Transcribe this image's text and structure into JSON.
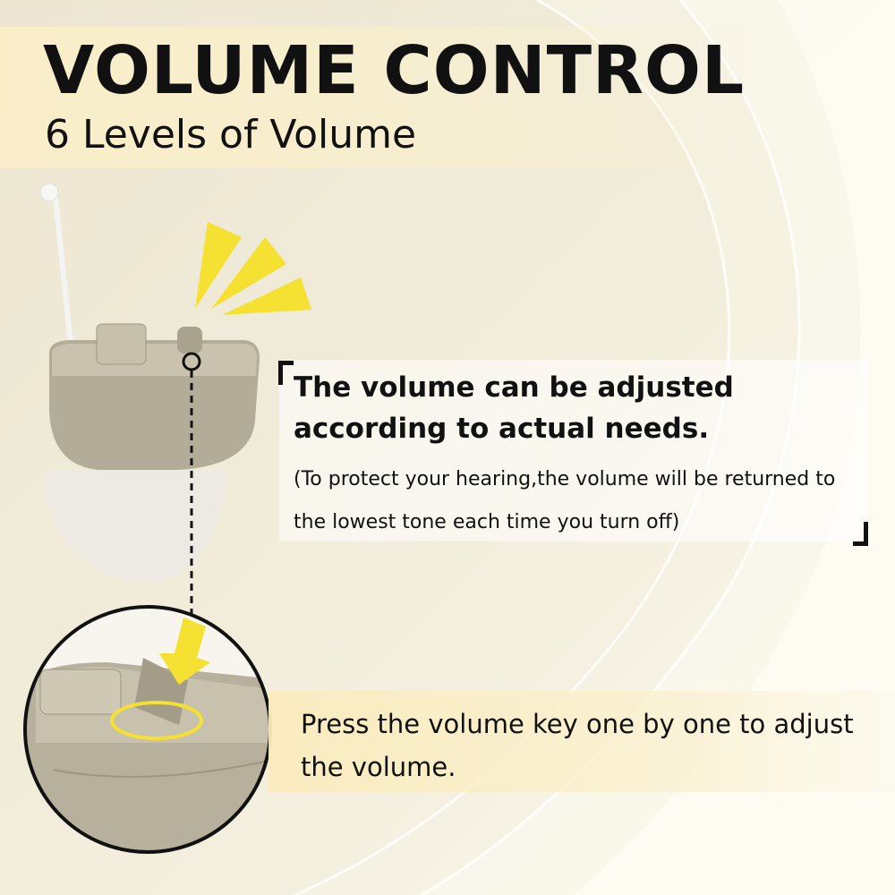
{
  "header": {
    "title": "VOLUME CONTROL",
    "subtitle": "6 Levels of Volume"
  },
  "info": {
    "main": "The volume can be adjusted according to actual needs.",
    "note": "(To protect your hearing,the volume will be returned to the lowest tone each time you turn off)"
  },
  "instruction": {
    "text": "Press the volume key one by one to adjust the volume."
  },
  "colors": {
    "accent_yellow": "#f5e132",
    "device_body": "#b3ac98",
    "background": "#efe9d6"
  }
}
